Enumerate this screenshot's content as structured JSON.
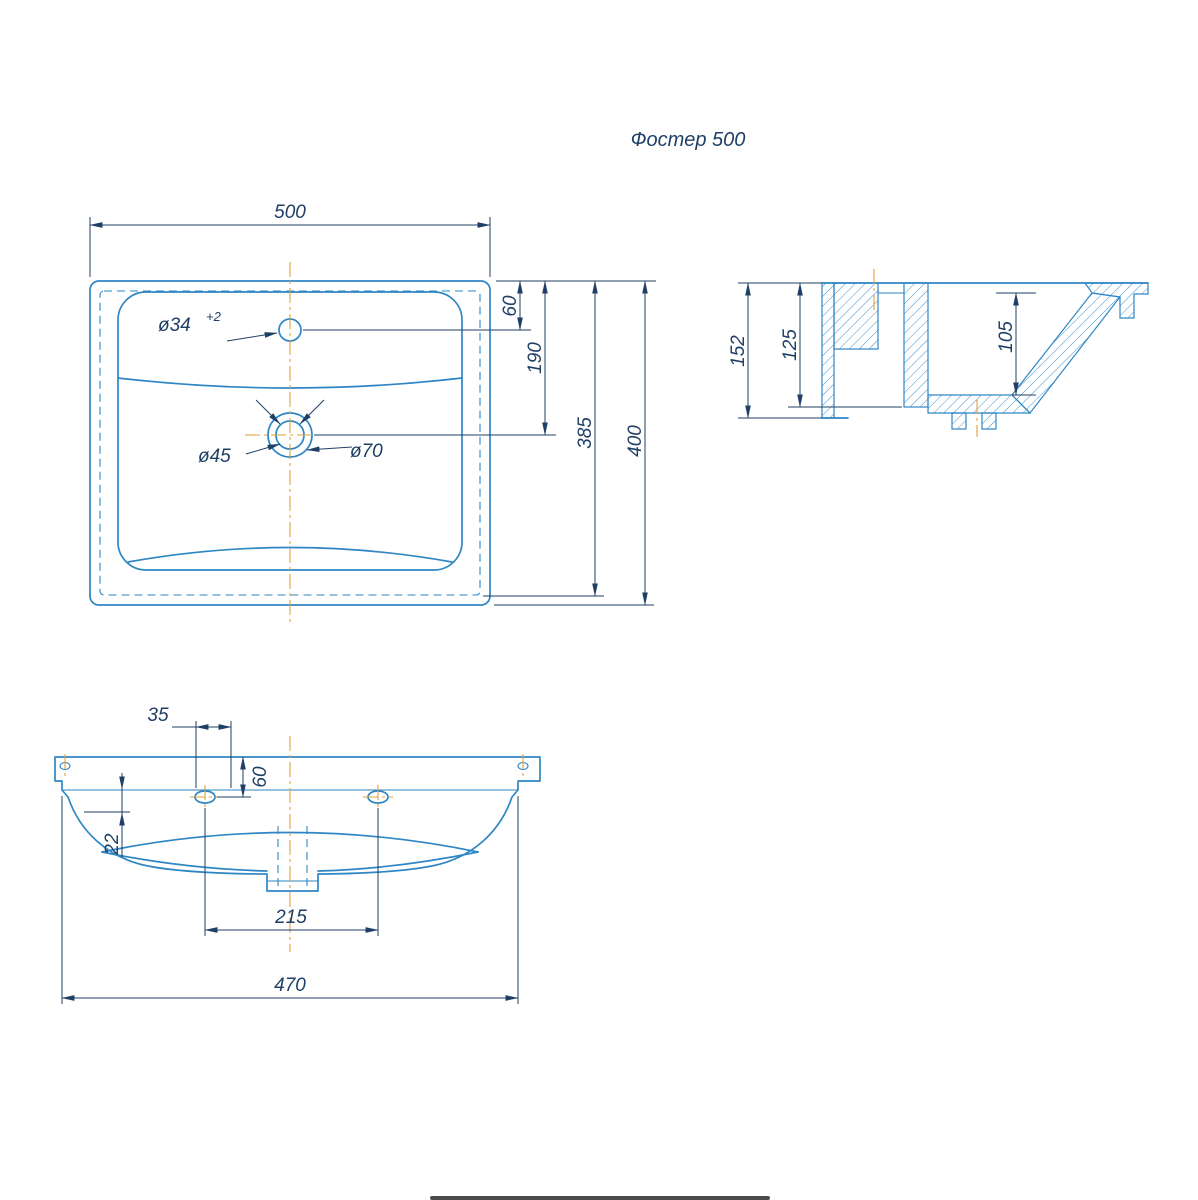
{
  "title": "Фостер 500",
  "colors": {
    "line": "#2e86c4",
    "dim": "#1f3f66",
    "center": "#dca23c",
    "bg": "#ffffff"
  },
  "top_view": {
    "dims": {
      "overall_width": "500",
      "faucet_offset": "60",
      "drain_offset": "190",
      "inner_depth": "385",
      "overall_depth": "400",
      "faucet_hole_d": "ø34",
      "faucet_hole_tol": "+2",
      "drain_hole_d": "ø45",
      "drain_recess_d": "ø70"
    }
  },
  "section_view": {
    "dims": {
      "overall_height": "152",
      "mount_height": "125",
      "bowl_depth": "105"
    }
  },
  "front_view": {
    "dims": {
      "slot_offset": "35",
      "hole_top_offset": "60",
      "flange_height": "22",
      "hole_spacing": "215",
      "body_width": "470"
    }
  }
}
